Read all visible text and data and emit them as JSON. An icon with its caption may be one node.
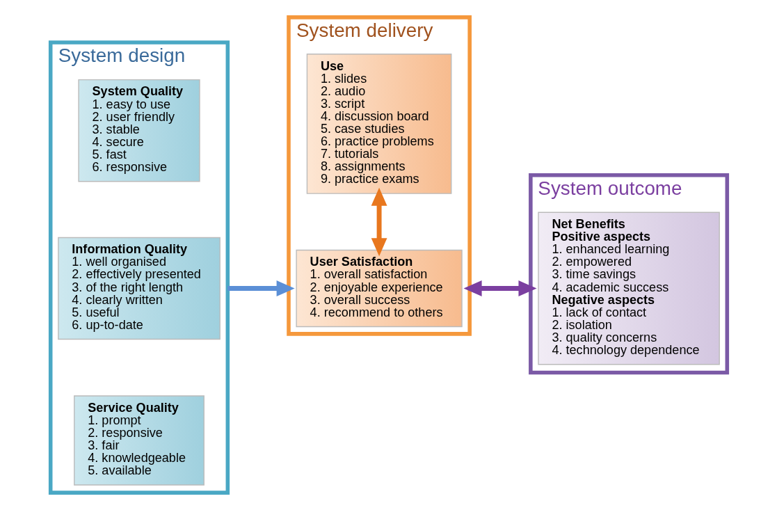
{
  "diagram": {
    "nodes": [
      {
        "text": [
          "System design"
        ]
      },
      {
        "text": [
          "System Quality",
          "1. easy to use",
          "2. user friendly",
          "3. stable",
          "4. secure",
          "5. fast",
          "6. responsive"
        ],
        "in": 0
      },
      {
        "text": [
          "Information Quality",
          "1. well organised",
          "2. effectively presented",
          "3. of the right length",
          "4. clearly written",
          "5. useful",
          "6. up-to-date"
        ],
        "in": 0
      },
      {
        "text": [
          "Service Quality",
          "1. prompt",
          "2. responsive",
          "3. fair",
          "4. knowledgeable",
          "5. available"
        ],
        "in": 0
      },
      {
        "text": [
          "System delivery"
        ]
      },
      {
        "text": [
          "Use",
          "1. slides",
          "2. audio",
          "3. script",
          "4. discussion board",
          "5. case studies",
          "6. practice problems",
          "7. tutorials",
          "8. assignments",
          "9. practice exams"
        ],
        "in": 4
      },
      {
        "text": [
          "User Satisfaction",
          "1. overall satisfaction",
          "2. enjoyable experience",
          "3. overall success",
          "4. recommend to others"
        ],
        "in": 4
      },
      {
        "text": [
          "System outcome"
        ]
      },
      {
        "text": [
          "Net Benefits",
          "Positive aspects",
          "1. enhanced learning",
          "2. empowered",
          "3. time savings",
          "4. academic success",
          "Negative aspects",
          "1. lack of contact",
          "2. isolation",
          "3. quality concerns",
          "4. technology dependence"
        ],
        "in": 7
      }
    ],
    "edges": [
      {
        "from": 0,
        "to": 4,
        "arrow": "to",
        "color": "#5b8fd6"
      },
      {
        "from": 4,
        "to": 7,
        "arrow": "both",
        "color": "#7b3fa0"
      },
      {
        "from": 5,
        "to": 6,
        "arrow": "both",
        "color": "#e8771e"
      }
    ]
  }
}
